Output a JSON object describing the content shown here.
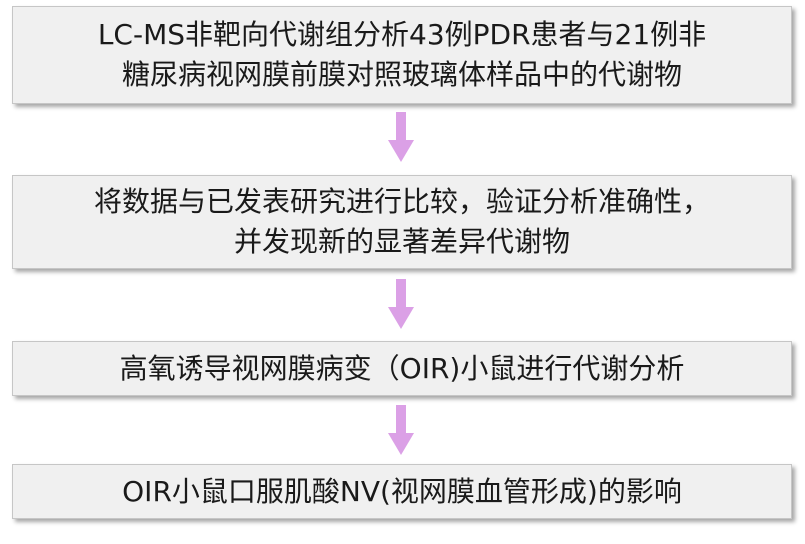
{
  "flow": {
    "steps": [
      {
        "lines": [
          "LC-MS非靶向代谢组分析43例PDR患者与21例非",
          "糖尿病视网膜前膜对照玻璃体样品中的代谢物"
        ]
      },
      {
        "lines": [
          "将数据与已发表研究进行比较，验证分析准确性，",
          "并发现新的显著差异代谢物"
        ]
      },
      {
        "lines": [
          "高氧诱导视网膜病变（OIR)小鼠进行代谢分析"
        ]
      },
      {
        "lines": [
          "OIR小鼠口服肌酸NV(视网膜血管形成)的影响"
        ]
      }
    ],
    "colors": {
      "box_fill": "#f0f0f0",
      "box_border": "#c6c6c6",
      "arrow": "#dba0e6"
    }
  }
}
